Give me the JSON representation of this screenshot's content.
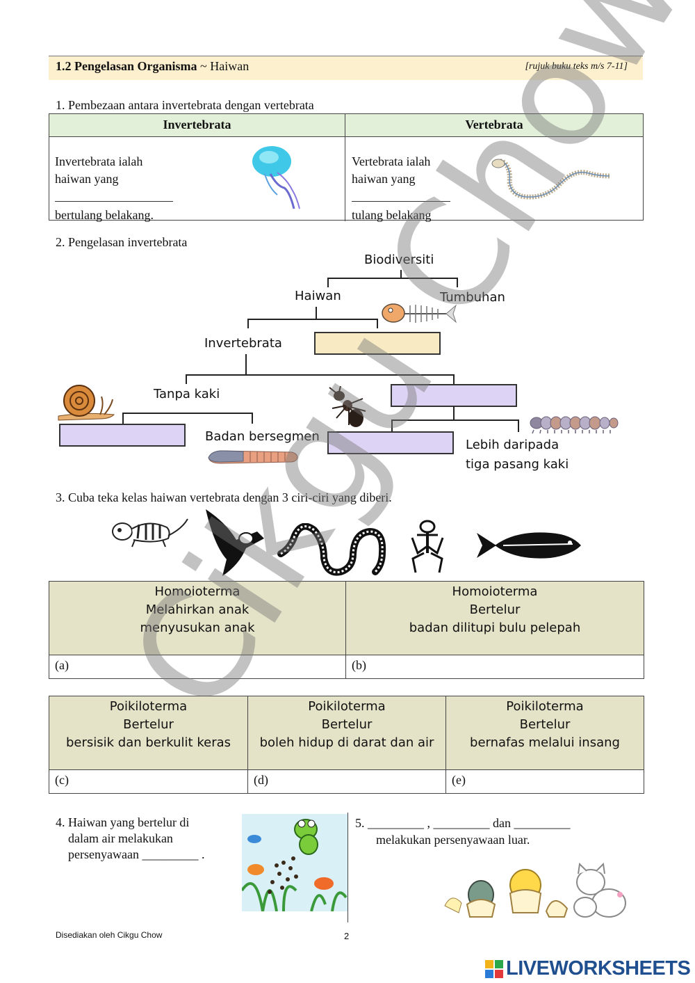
{
  "header": {
    "title_bold": "1.2 Pengelasan Organisma",
    "title_rest": " ~ Haiwan",
    "reference": "[rujuk buku teks m/s 7-11]"
  },
  "q1": {
    "question": "1.  Pembezaan antara invertebrata dengan    vertebrata",
    "col_invert": "Invertebrata",
    "col_vert": "Vertebrata",
    "invert_line1": "Invertebrata ialah",
    "invert_line2": "haiwan yang",
    "invert_line3": "bertulang belakang.",
    "vert_line1": "Vertebrata ialah",
    "vert_line2": "haiwan yang",
    "vert_line3": "tulang belakang"
  },
  "q2": {
    "question": "2.  Pengelasan invertebrata",
    "root": "Biodiversiti",
    "haiwan": "Haiwan",
    "tumbuhan": "Tumbuhan",
    "invertebrata": "Invertebrata",
    "tanpa_kaki": "Tanpa kaki",
    "badan_bersegmen": "Badan bersegmen",
    "lebih_line1": "Lebih daripada",
    "lebih_line2": "tiga pasang kaki"
  },
  "q3": {
    "question": "3.    Cuba teka kelas haiwan vertebrata dengan 3 ciri-ciri yang diberi.",
    "row1": [
      {
        "lines": [
          "Homoioterma",
          "Melahirkan anak",
          "menyusukan anak"
        ],
        "label": "(a)"
      },
      {
        "lines": [
          "Homoioterma",
          "Bertelur",
          "badan dilitupi bulu pelepah"
        ],
        "label": "(b)"
      }
    ],
    "row2": [
      {
        "lines": [
          "Poikiloterma",
          "Bertelur",
          "bersisik dan berkulit keras"
        ],
        "label": "(c)"
      },
      {
        "lines": [
          "Poikiloterma",
          "Bertelur",
          "boleh hidup di darat dan air"
        ],
        "label": "(d)"
      },
      {
        "lines": [
          "Poikiloterma",
          "Bertelur",
          "bernafas melalui insang"
        ],
        "label": "(e)"
      }
    ]
  },
  "q4": {
    "line1": "4.  Haiwan yang bertelur di",
    "line2": "dalam air melakukan",
    "line3": "persenyawaan _________ ."
  },
  "q5": {
    "line1": "5.  _________   , _________    dan _________",
    "line2": "melakukan persenyawaan luar."
  },
  "watermark": "Cikgu Chow",
  "footer": {
    "prepared_by": "Disediakan oleh Cikgu Chow",
    "page": "2"
  },
  "brand": "LIVEWORKSHEETS"
}
